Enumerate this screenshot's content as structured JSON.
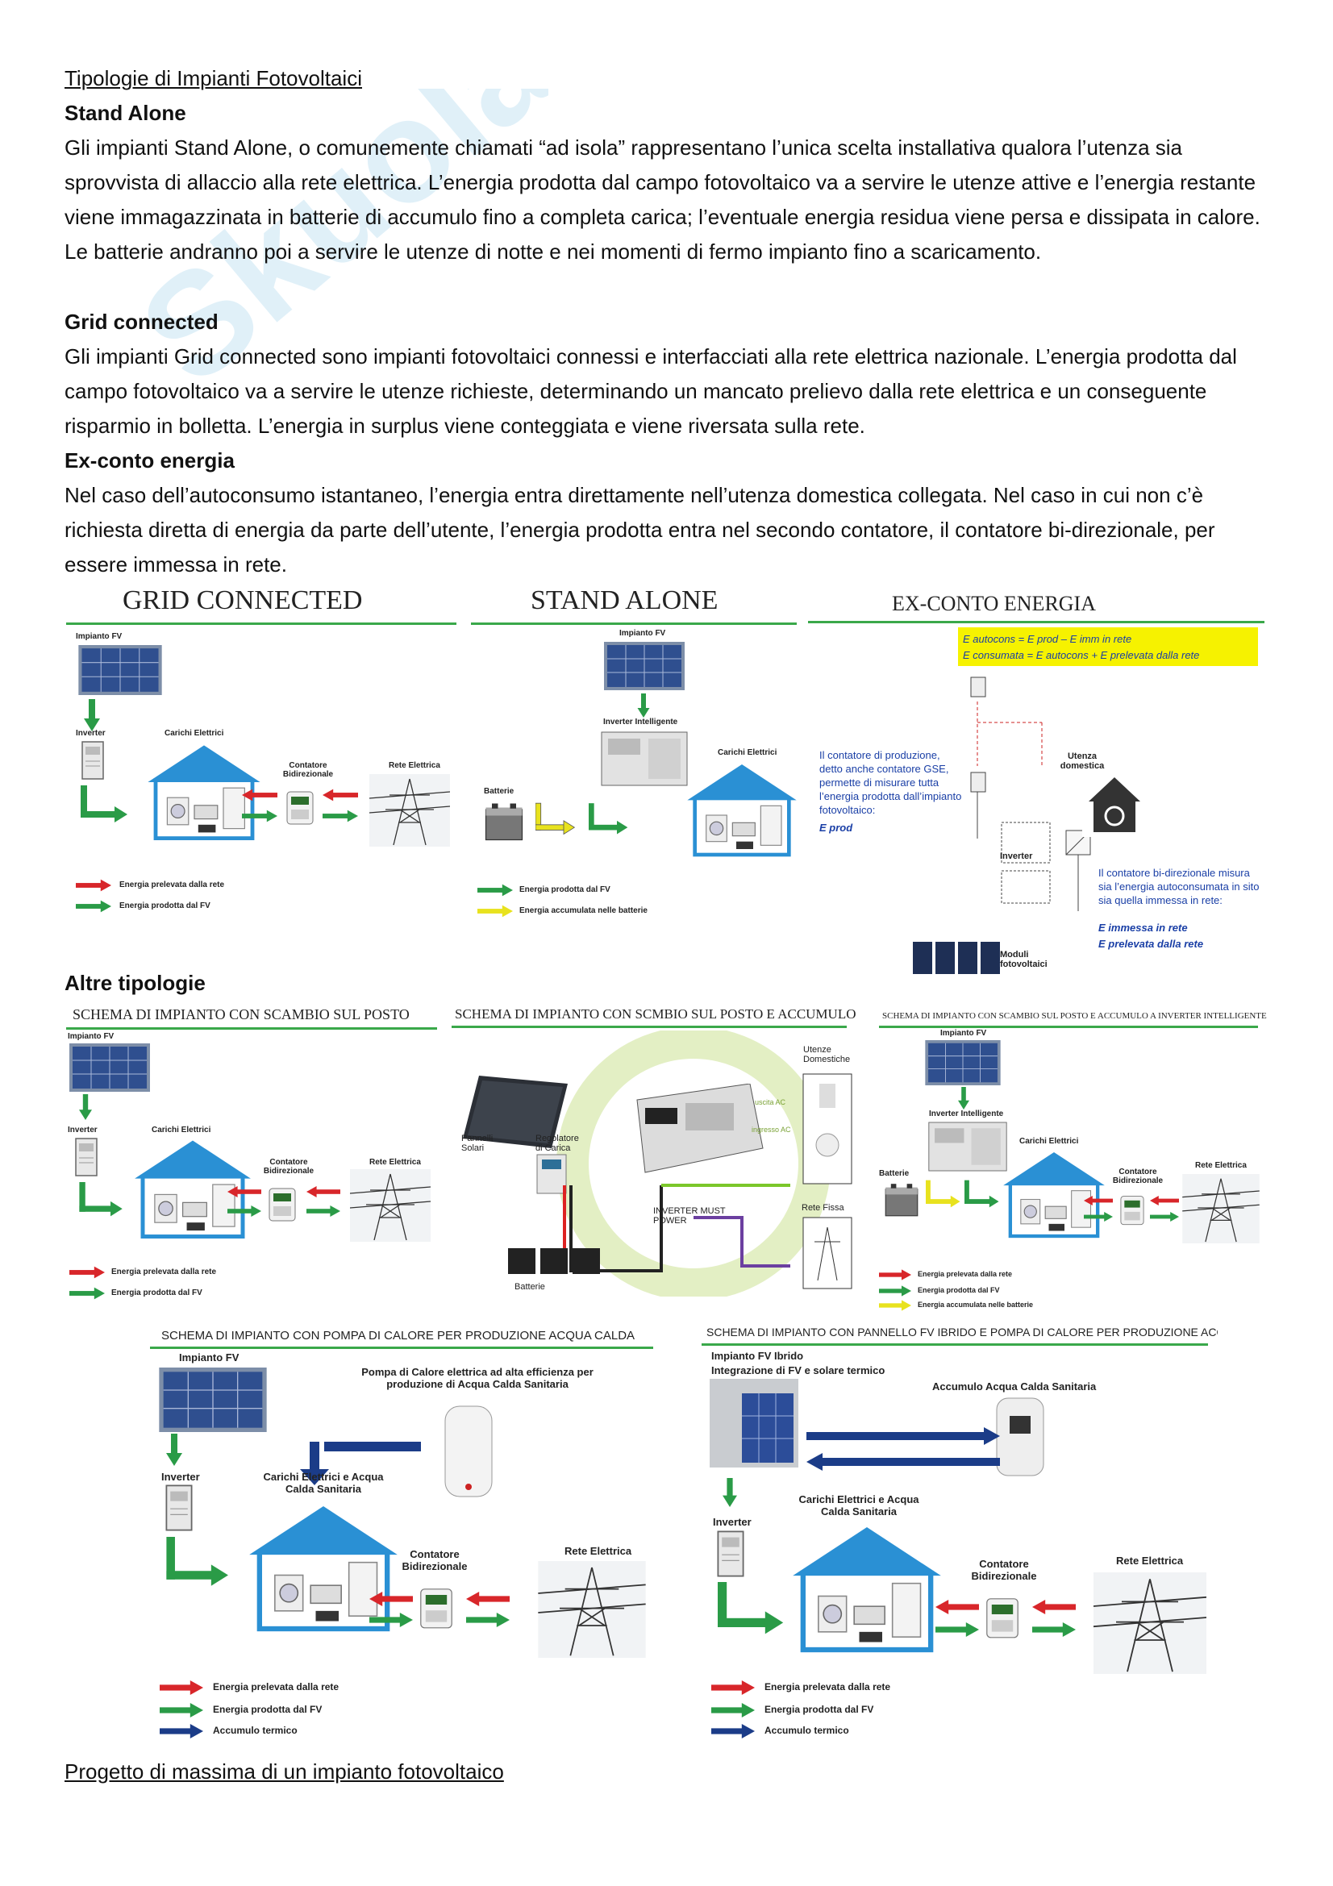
{
  "doc": {
    "heading1": "Tipologie di Impianti Fotovoltaici",
    "sec1_title": "Stand Alone",
    "sec1_text": "Gli impianti Stand Alone, o comunemente chiamati “ad isola” rappresentano l’unica scelta installativa qualora l’utenza sia sprovvista di allaccio alla rete elettrica. L’energia prodotta dal campo fotovoltaico va a servire le utenze attive e l’energia restante viene immagazzinata in batterie di accumulo fino a completa carica; l’eventuale energia residua viene persa e dissipata in calore. Le batterie andranno poi a servire le utenze di notte e nei momenti di fermo impianto fino a scaricamento.",
    "sec2_title": "Grid connected",
    "sec2_text": "Gli impianti Grid connected sono impianti fotovoltaici connessi e interfacciati alla rete elettrica nazionale. L’energia prodotta dal campo fotovoltaico va a servire le utenze richieste, determinando un mancato prelievo dalla rete elettrica e un conseguente risparmio in bolletta. L’energia in surplus viene conteggiata e viene riversata sulla rete.",
    "sec3_title": "Ex-conto energia",
    "sec3_text": "Nel caso dell’autoconsumo istantaneo, l’energia entra direttamente nell’utenza domestica collegata. Nel caso in cui non c’è richiesta diretta di energia da parte dell’utente, l’energia prodotta entra nel secondo contatore, il contatore bi-direzionale, per essere immessa in rete.",
    "sec4_title": "Altre tipologie",
    "heading_bottom": "Progetto di massima di un impianto fotovoltaico"
  },
  "diagrams": {
    "grid": {
      "title": "GRID CONNECTED",
      "impianto": "Impianto FV",
      "inverter": "Inverter",
      "carichi": "Carichi Elettrici",
      "contatore": "Contatore Bidirezionale",
      "rete": "Rete Elettrica",
      "leg1": "Energia prelevata dalla rete",
      "leg2": "Energia prodotta dal FV"
    },
    "stand": {
      "title": "STAND ALONE",
      "impianto": "Impianto FV",
      "inverter": "Inverter Intelligente",
      "carichi": "Carichi Elettrici",
      "batterie": "Batterie",
      "leg1": "Energia prodotta dal FV",
      "leg2": "Energia accumulata nelle batterie"
    },
    "ex": {
      "title": "EX-CONTO ENERGIA",
      "formula1": "E autocons = E prod – E imm in rete",
      "formula2": "E consumata = E autocons + E prelevata dalla rete",
      "left1": "Il contatore di produzione, detto anche contatore GSE, permette di misurare tutta l’energia prodotta dall’impianto fotovoltaico:",
      "left2": "E prod",
      "right1": "Il contatore bi-direzionale misura sia l’energia autoconsumata in sito sia quella immessa in rete:",
      "right2": "E immessa in rete",
      "right3": "E prelevata dalla rete",
      "utenza": "Utenza domestica",
      "inverter": "Inverter",
      "moduli": "Moduli fotovoltaici"
    },
    "scambio": {
      "title": "SCHEMA DI IMPIANTO CON SCAMBIO SUL POSTO",
      "impianto": "Impianto FV",
      "inverter": "Inverter",
      "carichi": "Carichi Elettrici",
      "contatore": "Contatore Bidirezionale",
      "rete": "Rete Elettrica",
      "leg1": "Energia prelevata dalla rete",
      "leg2": "Energia prodotta dal FV"
    },
    "accumulo": {
      "title": "SCHEMA DI IMPIANTO CON SCMBIO SUL POSTO E ACCUMULO",
      "pannelli": "Pannelli Solari",
      "regolatore": "Regolatore di Carica",
      "inverter": "INVERTER MUST POWER",
      "batterie": "Batterie",
      "utenze": "Utenze Domestiche",
      "rete": "Rete Fissa",
      "uscita": "uscita AC",
      "ingresso": "ingresso AC"
    },
    "intelligente": {
      "title": "SCHEMA DI IMPIANTO CON SCAMBIO SUL POSTO E ACCUMULO A INVERTER INTELLIGENTE",
      "impianto": "Impianto FV",
      "inverter": "Inverter Intelligente",
      "carichi": "Carichi Elettrici",
      "batterie": "Batterie",
      "contatore": "Contatore Bidirezionale",
      "rete": "Rete Elettrica",
      "leg1": "Energia prelevata dalla rete",
      "leg2": "Energia prodotta dal FV",
      "leg3": "Energia accumulata nelle batterie"
    },
    "pompa": {
      "title": "SCHEMA DI IMPIANTO CON POMPA DI CALORE PER PRODUZIONE ACQUA CALDA",
      "impianto": "Impianto FV",
      "pompa": "Pompa di Calore elettrica ad alta efficienza per produzione di Acqua Calda Sanitaria",
      "inverter": "Inverter",
      "carichi": "Carichi Elettrici e Acqua Calda Sanitaria",
      "contatore": "Contatore Bidirezionale",
      "rete": "Rete Elettrica",
      "leg1": "Energia prelevata dalla rete",
      "leg2": "Energia prodotta dal FV",
      "leg3": "Accumulo termico"
    },
    "ibrido": {
      "title": "SCHEMA DI IMPIANTO CON PANNELLO FV IBRIDO E POMPA DI CALORE PER PRODUZIONE ACQUA CALDA",
      "impianto": "Impianto FV Ibrido",
      "integrazione": "Integrazione di FV e solare termico",
      "accumulo": "Accumulo Acqua Calda Sanitaria",
      "inverter": "Inverter",
      "carichi": "Carichi Elettrici e Acqua Calda Sanitaria",
      "contatore": "Contatore Bidirezionale",
      "rete": "Rete Elettrica",
      "leg1": "Energia prelevata dalla rete",
      "leg2": "Energia prodotta dal FV",
      "leg3": "Accumulo termico"
    }
  }
}
